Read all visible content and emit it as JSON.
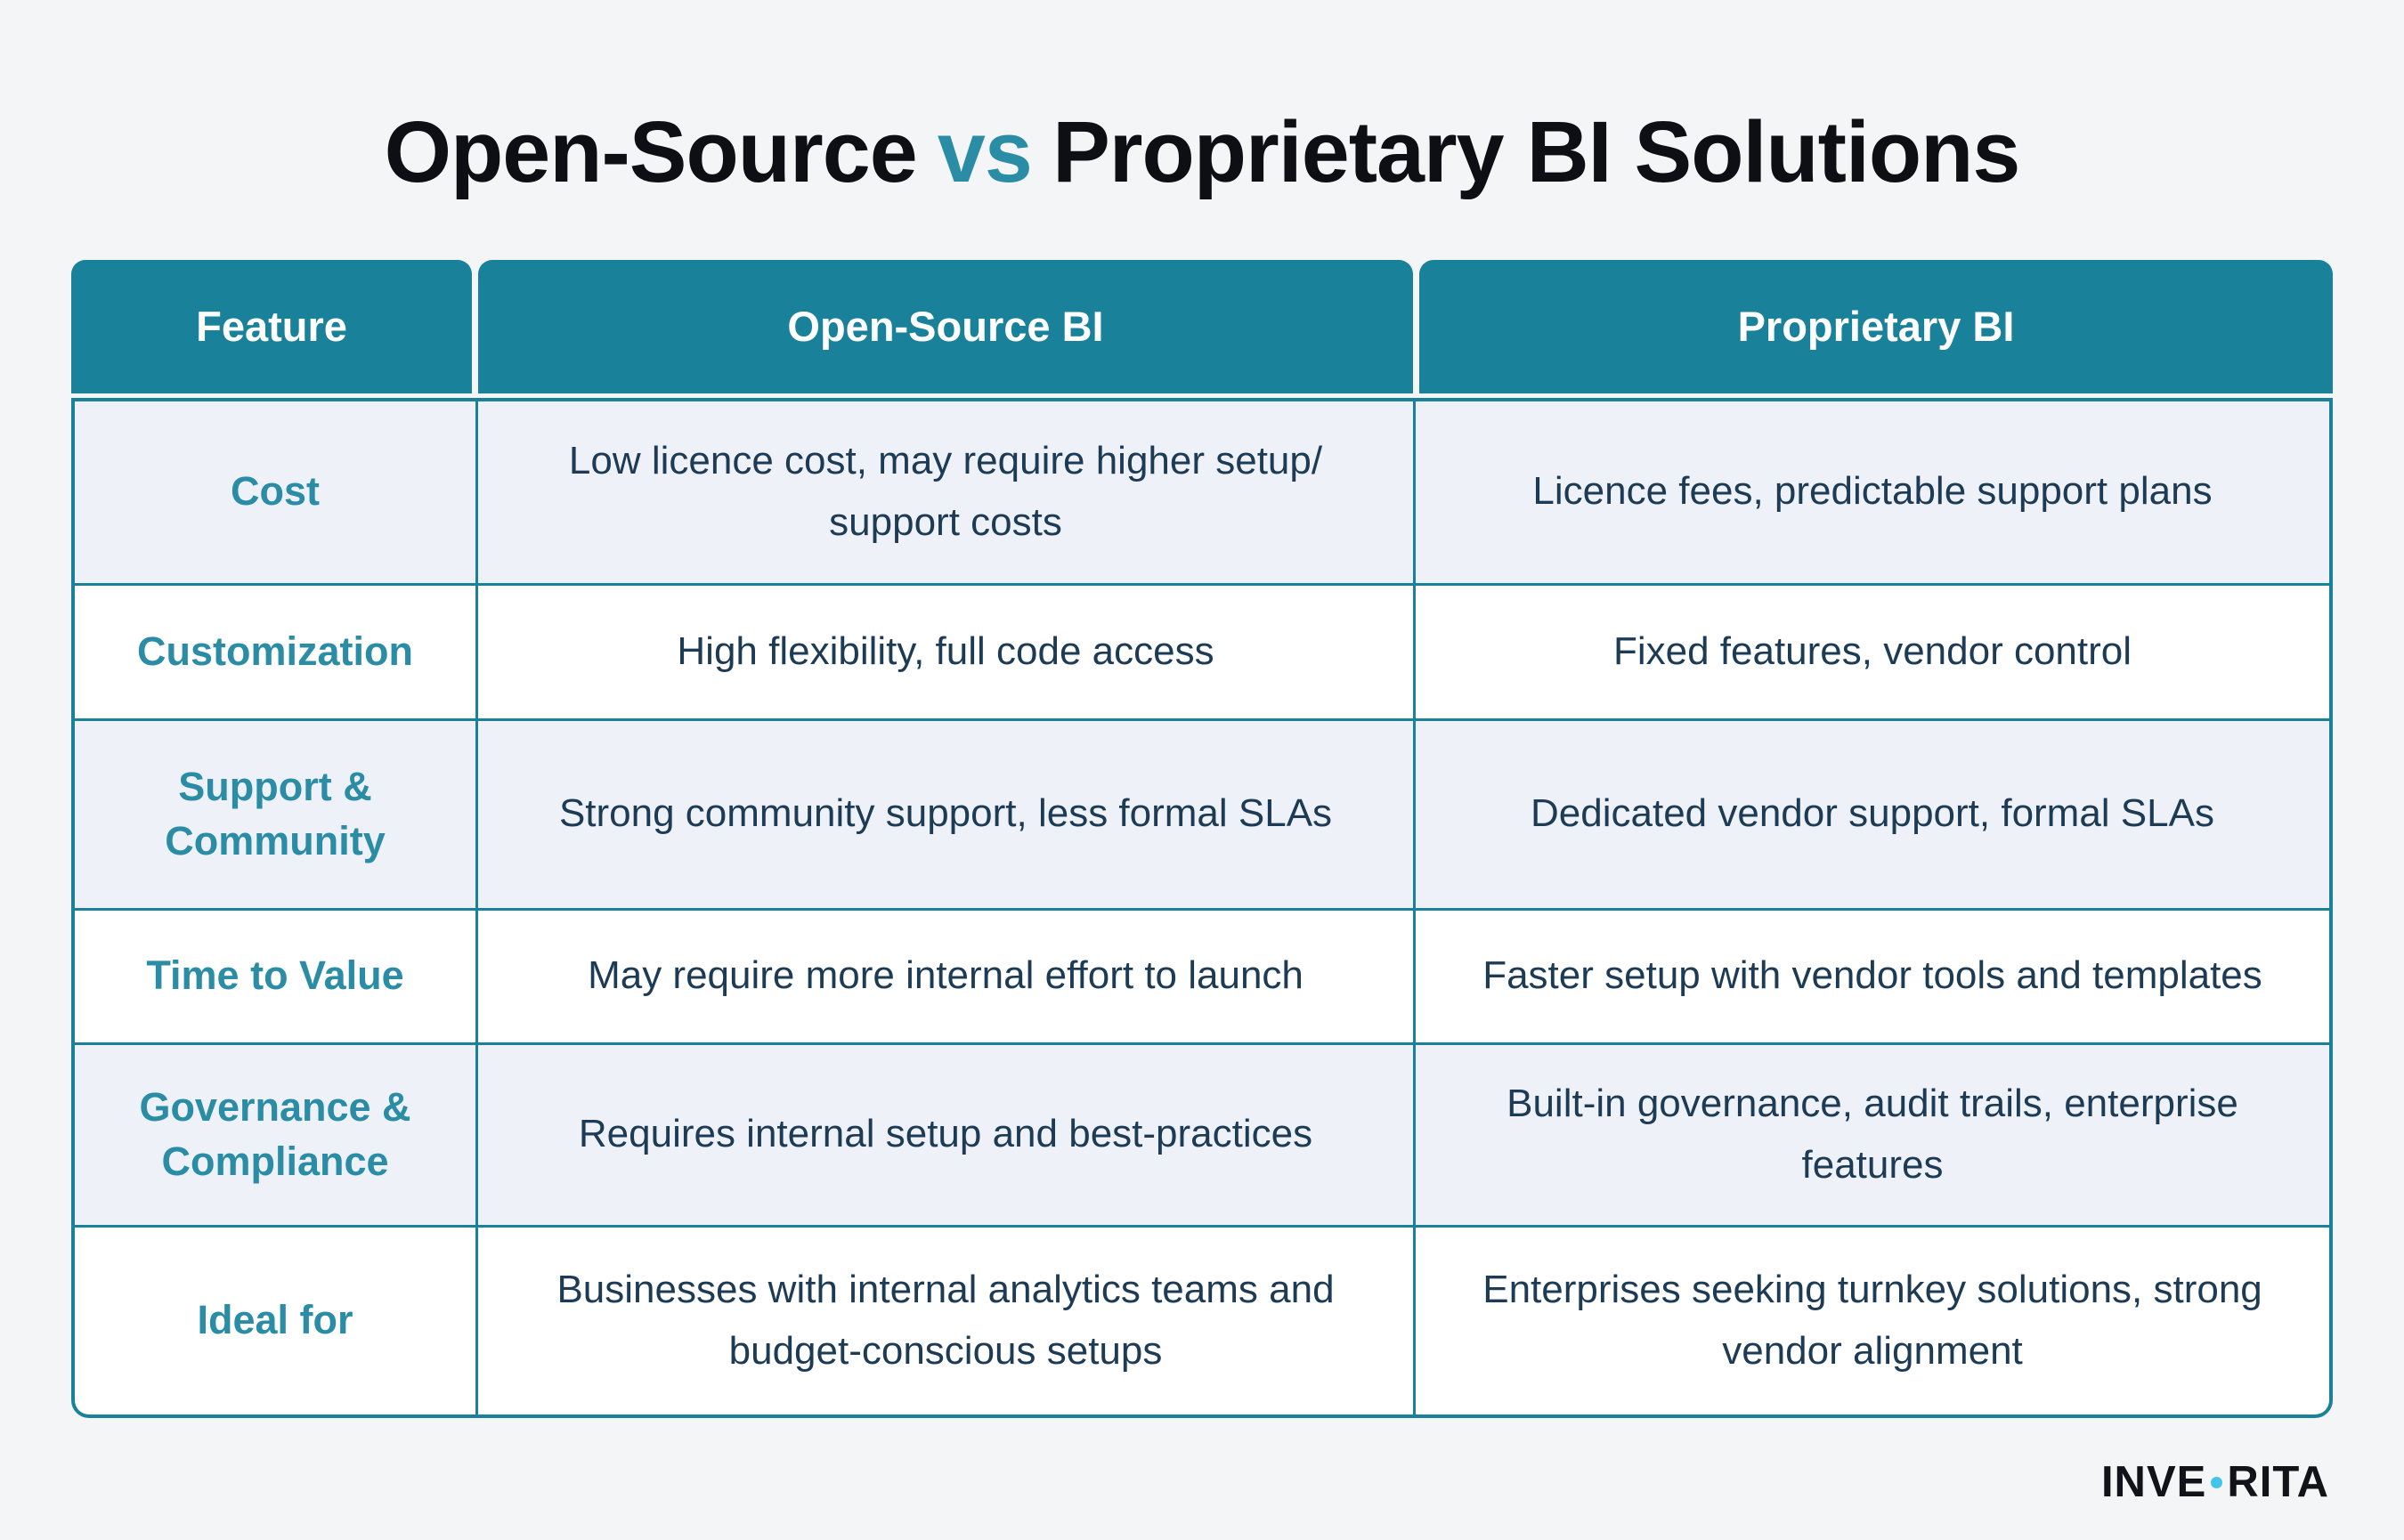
{
  "title": {
    "part1": "Open-Source",
    "vs": "vs",
    "part2": "Proprietary BI Solutions"
  },
  "colors": {
    "teal_header": "#1A819B",
    "teal_accent": "#2B8CA6",
    "navy_text": "#1D3B54",
    "row_alt_bg": "#EEF2F8",
    "row_bg": "#FFFFFF",
    "page_bg": "#F4F5F6",
    "logo_dot": "#45C4EA",
    "title_color": "#0E0F14"
  },
  "table": {
    "headers": [
      "Feature",
      "Open-Source BI",
      "Proprietary BI"
    ],
    "rows": [
      {
        "feature": "Cost",
        "open_source": "Low licence cost, may require higher setup/ support costs",
        "proprietary": "Licence fees, predictable support plans"
      },
      {
        "feature": "Customization",
        "open_source": "High flexibility, full code access",
        "proprietary": "Fixed features, vendor control"
      },
      {
        "feature": "Support & Community",
        "open_source": "Strong community support, less formal SLAs",
        "proprietary": "Dedicated vendor support, formal SLAs"
      },
      {
        "feature": "Time to Value",
        "open_source": "May require more internal effort to launch",
        "proprietary": "Faster setup with vendor tools and templates"
      },
      {
        "feature": "Governance & Compliance",
        "open_source": "Requires internal setup and best-practices",
        "proprietary": "Built-in governance, audit trails, enterprise features"
      },
      {
        "feature": "Ideal for",
        "open_source": "Businesses with internal analytics teams and budget-conscious setups",
        "proprietary": "Enterprises seeking turnkey solutions, strong vendor alignment"
      }
    ]
  },
  "footer": {
    "logo_part1": "INVE",
    "logo_part2": "RITA"
  },
  "chart_data": {
    "type": "table",
    "title": "Open-Source vs Proprietary BI Solutions",
    "columns": [
      "Feature",
      "Open-Source BI",
      "Proprietary BI"
    ],
    "rows": [
      [
        "Cost",
        "Low licence cost, may require higher setup/ support costs",
        "Licence fees, predictable support plans"
      ],
      [
        "Customization",
        "High flexibility, full code access",
        "Fixed features, vendor control"
      ],
      [
        "Support & Community",
        "Strong community support, less formal SLAs",
        "Dedicated vendor support, formal SLAs"
      ],
      [
        "Time to Value",
        "May require more internal effort to launch",
        "Faster setup with vendor tools and templates"
      ],
      [
        "Governance & Compliance",
        "Requires internal setup and best-practices",
        "Built-in governance, audit trails, enterprise features"
      ],
      [
        "Ideal for",
        "Businesses with internal analytics teams and budget-conscious setups",
        "Enterprises seeking turnkey solutions, strong vendor alignment"
      ]
    ]
  }
}
